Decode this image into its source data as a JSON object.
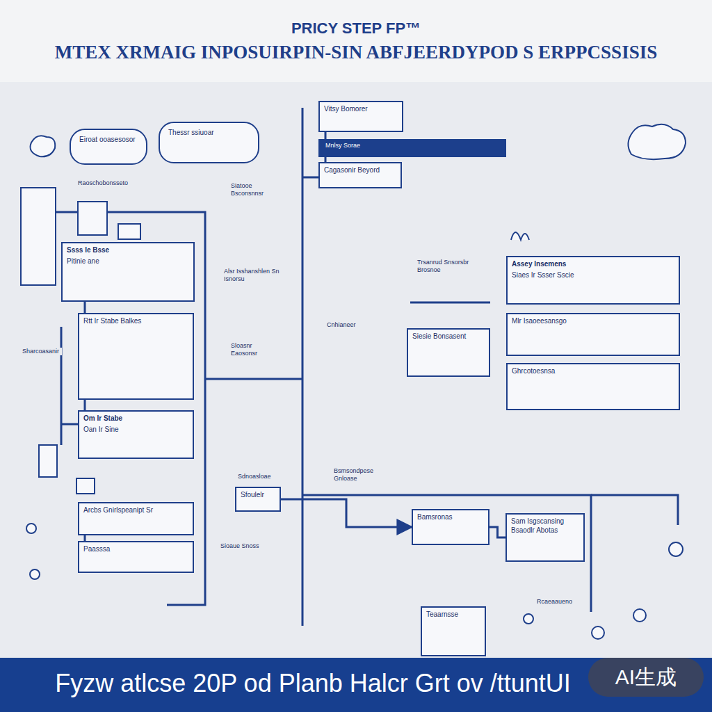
{
  "diagram": {
    "title": "MTEX XRMAIG INPOSUIRPIN-SIN ABFJEERDYPOD S ERPPCSSISIS",
    "caption": "Fyzw atlcse 20P od Planb Halcr Grt ov /ttuntUI",
    "nodes": [
      {
        "text": [
          "Eiroat ooasesosor"
        ]
      },
      {
        "text": [
          "Thessr ssiuoar"
        ]
      },
      {
        "text": [
          "Vitsy Bomorer"
        ]
      },
      {
        "text": [
          "Mnlsy Sorae"
        ]
      },
      {
        "text": [
          "Cagasonir Beyord"
        ]
      },
      {
        "text": [
          "Ssss Ie Bsse",
          "Pitinie ane"
        ]
      },
      {
        "text": [
          "Rtt Ir Stabe Balkes"
        ]
      },
      {
        "text": [
          "Om Ir Stabe",
          "Oan Ir Sine"
        ]
      },
      {
        "text": [
          "Arcbs Gnirlspeanipt Sr"
        ]
      },
      {
        "text": [
          "Paasssa"
        ]
      },
      {
        "text": [
          "Sfoulelr"
        ]
      },
      {
        "text": [
          "Siesie Bonsasent"
        ]
      },
      {
        "text": [
          "Assey Insemens",
          "Siaes Ir Ssser Sscie"
        ]
      },
      {
        "text": [
          "Mlr Isaoeesansgo"
        ]
      },
      {
        "text": [
          "Ghrcotoesnsa"
        ]
      },
      {
        "text": [
          "Bamsronas"
        ]
      },
      {
        "text": [
          "Sam Isgscansing Bsaodlr Abotas"
        ]
      },
      {
        "text": [
          "Teaarnsse"
        ]
      }
    ],
    "edges": [
      {
        "from": 5,
        "to": 6,
        "arrow": "none"
      },
      {
        "from": 6,
        "to": 7,
        "arrow": "none"
      },
      {
        "from": 8,
        "to": 9,
        "arrow": "none"
      },
      {
        "from": 10,
        "to": 15,
        "arrow": "to"
      },
      {
        "from": 15,
        "to": 16,
        "arrow": "none"
      },
      {
        "from": 2,
        "to": 4,
        "arrow": "none"
      }
    ],
    "labels": [
      "PRICY STEP FP™",
      "Raoschobonsseto",
      "Siatooe Bsconsnnsr",
      "Alsr Isshanshlen Sn Isnorsu",
      "Sloasnr Eaosonsr",
      "Cnhianeer",
      "Trsanrud Snsorsbr Brosnoe",
      "Sharcoasanir",
      "Sdnoasloae",
      "Bsmsondpese Gnloase",
      "Sioaue Snoss",
      "Rcaeaaueno",
      "AI生成"
    ]
  }
}
